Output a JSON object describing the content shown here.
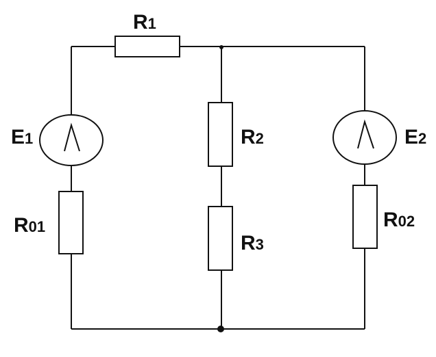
{
  "labels": {
    "r1": {
      "main": "R",
      "sub": "1"
    },
    "r2": {
      "main": "R",
      "sub": "2"
    },
    "r3": {
      "main": "R",
      "sub": "3"
    },
    "r01": {
      "main": "R",
      "sub": "01"
    },
    "r02": {
      "main": "R",
      "sub": "02"
    },
    "e1": {
      "main": "E",
      "sub": "1"
    },
    "e2": {
      "main": "E",
      "sub": "2"
    }
  }
}
